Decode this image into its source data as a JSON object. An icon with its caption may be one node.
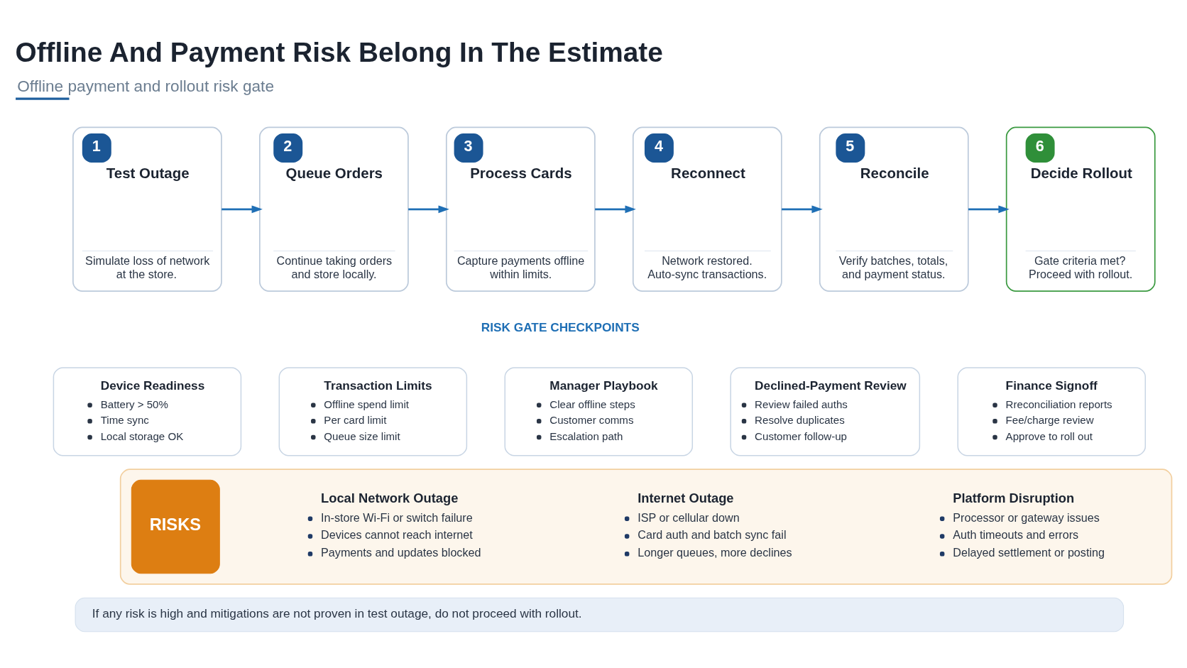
{
  "diagram": {
    "title": "Offline And Payment Risk Belong In The Estimate",
    "nodes": [
      {
        "text": [
          "1",
          "Test Outage",
          "Simulate loss of network at the store."
        ]
      },
      {
        "text": [
          "2",
          "Queue Orders",
          "Continue taking orders and store locally."
        ]
      },
      {
        "text": [
          "3",
          "Process Cards",
          "Capture payments offline within limits."
        ]
      },
      {
        "text": [
          "4",
          "Reconnect",
          "Network restored. Auto-sync transactions."
        ]
      },
      {
        "text": [
          "5",
          "Reconcile",
          "Verify batches, totals, and payment status."
        ]
      },
      {
        "text": [
          "6",
          "Decide Rollout",
          "Gate criteria met? Proceed with rollout."
        ]
      },
      {
        "text": [
          "Device Readiness",
          "Battery > 50%",
          "Time sync",
          "Local storage OK"
        ]
      },
      {
        "text": [
          "Transaction Limits",
          "Offline spend limit",
          "Per card limit",
          "Queue size limit"
        ]
      },
      {
        "text": [
          "Manager Playbook",
          "Clear offline steps",
          "Customer comms",
          "Escalation path"
        ]
      },
      {
        "text": [
          "Declined-Payment Review",
          "Review failed auths",
          "Resolve duplicates",
          "Customer follow-up"
        ]
      },
      {
        "text": [
          "Finance Signoff",
          "Rreconciliation reports",
          "Fee/charge review",
          "Approve to roll out"
        ]
      },
      {
        "text": [],
        "shape": "box"
      },
      {
        "text": [
          "RISKS"
        ],
        "in": 11
      },
      {
        "text": [
          "Local Network Outage",
          "In-store Wi-Fi or switch failure",
          "Devices cannot reach internet",
          "Payments and updates blocked"
        ],
        "in": 11
      },
      {
        "text": [
          "Internet Outage",
          "ISP or cellular down",
          "Card auth and batch sync fail",
          "Longer queues, more declines"
        ],
        "in": 11
      },
      {
        "text": [
          "Platform Disruption",
          "Processor or gateway issues",
          "Auth timeouts and errors",
          "Delayed settlement or posting"
        ],
        "in": 11
      },
      {
        "text": [
          "If any risk is high and mitigations are not proven in test outage, do not proceed with rollout."
        ]
      }
    ],
    "edges": [
      {
        "from": 0,
        "to": 1,
        "arrow": "to"
      },
      {
        "from": 1,
        "to": 2,
        "arrow": "to"
      },
      {
        "from": 2,
        "to": 3,
        "arrow": "to"
      },
      {
        "from": 3,
        "to": 4,
        "arrow": "to"
      },
      {
        "from": 4,
        "to": 5,
        "arrow": "to"
      }
    ],
    "labels": [
      "Offline payment and rollout risk gate",
      "RISK GATE CHECKPOINTS"
    ]
  }
}
